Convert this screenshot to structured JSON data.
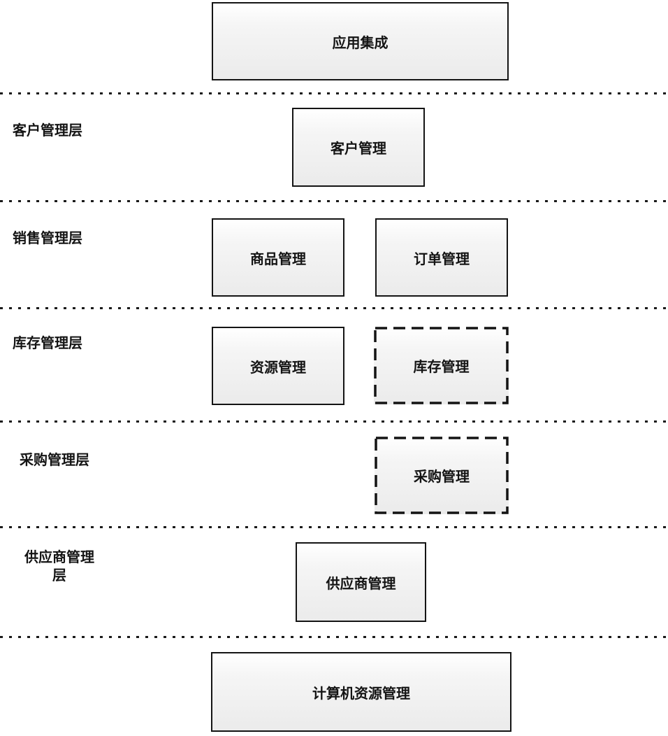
{
  "diagram": {
    "top_box": {
      "label": "应用集成",
      "border": "solid"
    },
    "layers": [
      {
        "name": "客户管理层",
        "boxes": [
          {
            "label": "客户管理",
            "border": "solid"
          }
        ]
      },
      {
        "name": "销售管理层",
        "boxes": [
          {
            "label": "商品管理",
            "border": "solid"
          },
          {
            "label": "订单管理",
            "border": "solid"
          }
        ]
      },
      {
        "name": "库存管理层",
        "boxes": [
          {
            "label": "资源管理",
            "border": "solid"
          },
          {
            "label": "库存管理",
            "border": "dashed"
          }
        ]
      },
      {
        "name": "采购管理层",
        "boxes": [
          {
            "label": "采购管理",
            "border": "dashed"
          }
        ]
      },
      {
        "name": "供应商管理层",
        "boxes": [
          {
            "label": "供应商管理",
            "border": "solid"
          }
        ]
      }
    ],
    "bottom_box": {
      "label": "计算机资源管理",
      "border": "solid"
    },
    "colors": {
      "background": "#ffffff",
      "border": "#141414",
      "text": "#141414",
      "separator_dot": "#1a1a1a",
      "box_fill_top": "#ffffff",
      "box_fill_bottom": "#ebebeb"
    }
  }
}
